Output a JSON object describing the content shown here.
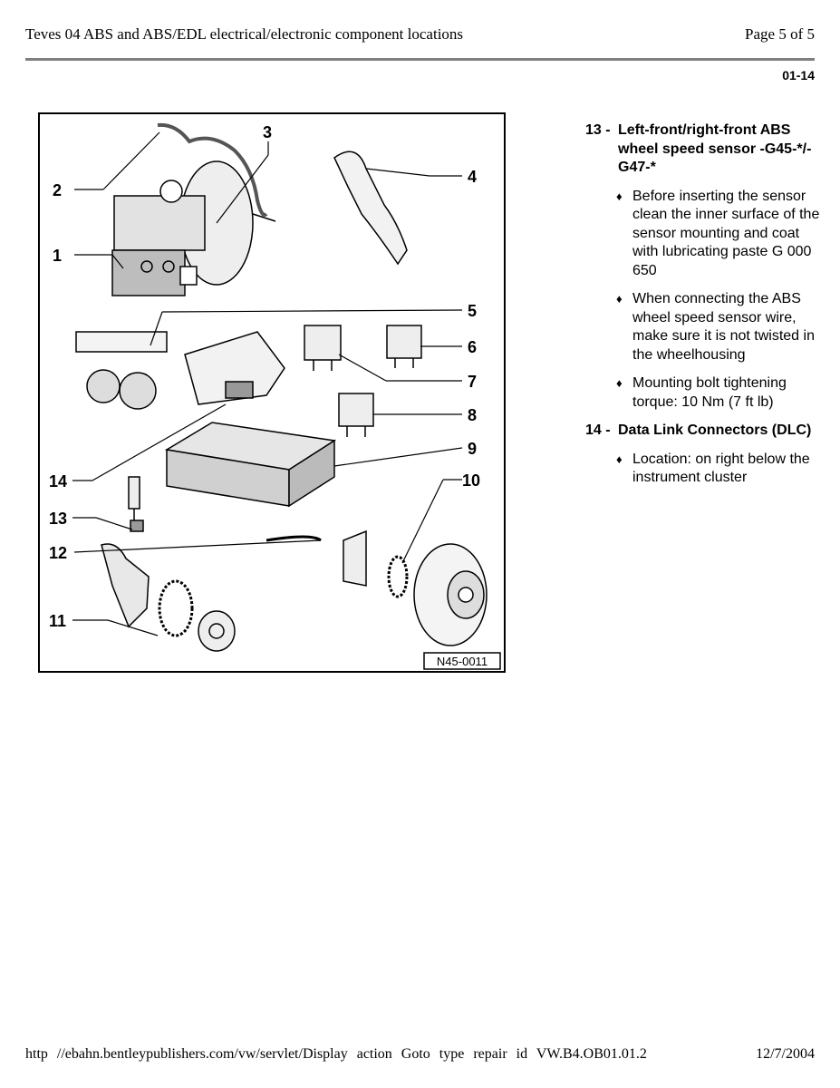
{
  "header": {
    "title": "Teves 04 ABS and ABS/EDL electrical/electronic component locations",
    "page": "Page 5 of 5",
    "code": "01-14"
  },
  "figure": {
    "callouts": [
      "1",
      "2",
      "3",
      "4",
      "5",
      "6",
      "7",
      "8",
      "9",
      "10",
      "11",
      "12",
      "13",
      "14"
    ],
    "ref": "N45-0011"
  },
  "items": [
    {
      "number": "13 -",
      "title": "Left-front/right-front ABS wheel speed sensor -G45-*/-G47-*",
      "bullets": [
        "Before inserting the sensor clean the inner surface of the sensor mounting and coat with lubricating paste G 000 650",
        "When connecting the ABS wheel speed sensor wire, make sure it is not twisted in the wheelhousing",
        "Mounting bolt tightening torque: 10 Nm (7 ft lb)"
      ]
    },
    {
      "number": "14 -",
      "title": "Data Link Connectors (DLC)",
      "bullets": [
        "Location: on right below the instrument cluster"
      ]
    }
  ],
  "bullet_glyph": "♦",
  "footer": {
    "url": "http //ebahn.bentleypublishers.com/vw/servlet/Display action Goto type repair id VW.B4.OB01.01.2",
    "date": "12/7/2004"
  }
}
